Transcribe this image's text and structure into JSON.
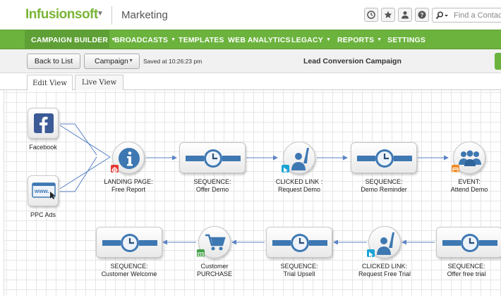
{
  "app": {
    "name": "Infusionsoft",
    "module": "Marketing"
  },
  "search": {
    "placeholder": "Find a Contact"
  },
  "nav": {
    "items": [
      {
        "label": "CAMPAIGN BUILDER",
        "caret": "▼"
      },
      {
        "label": "BROADCASTS",
        "caret": "▼"
      },
      {
        "label": "TEMPLATES",
        "caret": ""
      },
      {
        "label": "WEB ANALYTICS",
        "caret": ""
      },
      {
        "label": "LEGACY",
        "caret": "▼"
      },
      {
        "label": "REPORTS",
        "caret": "▼"
      },
      {
        "label": "SETTINGS",
        "caret": ""
      }
    ]
  },
  "toolbar": {
    "back_label": "Back to List",
    "campaign_label": "Campaign",
    "saved_text": "Saved at 10:26:23 pm",
    "campaign_title": "Lead Conversion Campaign"
  },
  "tabs": [
    {
      "label": "Edit View"
    },
    {
      "label": "Live View"
    }
  ],
  "nodes": {
    "facebook": {
      "label": "Facebook"
    },
    "ppc": {
      "label": "PPC Ads",
      "icon_text": "www."
    },
    "landing": {
      "line1": "LANDING PAGE:",
      "line2": "Free Report"
    },
    "seq_offer_demo": {
      "line1": "SEQUENCE:",
      "line2": "Offer Demo"
    },
    "clicked_request_demo": {
      "line1": "CLICKED LINK :",
      "line2": "Request Demo"
    },
    "seq_demo_reminder": {
      "line1": "SEQUENCE:",
      "line2": "Demo Reminder"
    },
    "event_attend": {
      "line1": "EVENT:",
      "line2": "Attend Demo"
    },
    "seq_customer_welcome": {
      "line1": "SEQUENCE:",
      "line2": "Customer Welcome"
    },
    "customer_purchase": {
      "line1": "Customer",
      "line2": "PURCHASE"
    },
    "seq_trial_upsell": {
      "line1": "SEQUENCE:",
      "line2": "Trial Upsell"
    },
    "clicked_free_trial": {
      "line1": "CLICKED LINK:",
      "line2": "Request Free Trial"
    },
    "seq_offer_free_trial": {
      "line1": "SEQUENCE:",
      "line2": "Offer free trial"
    }
  },
  "colors": {
    "brand_green": "#6cb33e",
    "logo_green": "#7ab536",
    "icon_blue": "#3e78b2",
    "wire_blue": "#5a83c6"
  }
}
